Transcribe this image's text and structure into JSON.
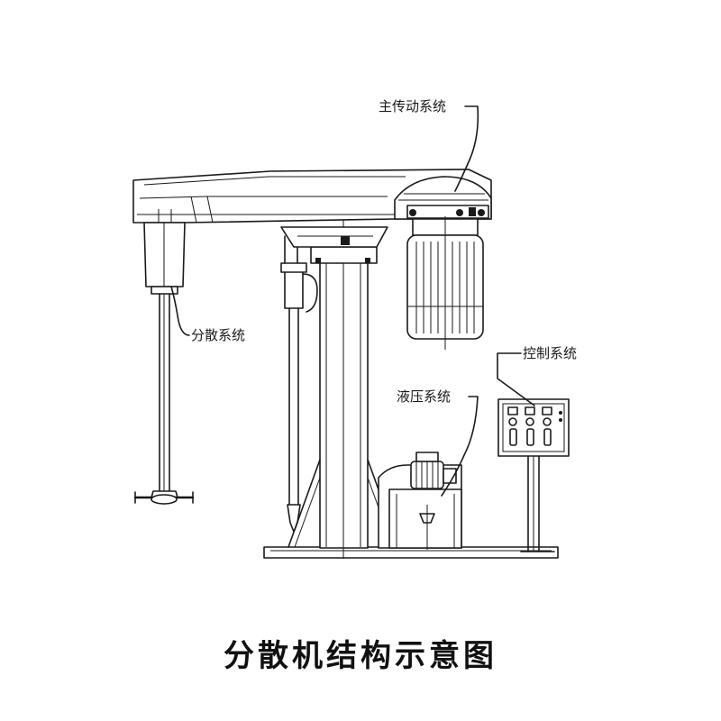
{
  "labels": {
    "main_drive": "主传动系统",
    "dispersion": "分散系统",
    "control": "控制系统",
    "hydraulic": "液压系统"
  },
  "caption": "分散机结构示意图"
}
